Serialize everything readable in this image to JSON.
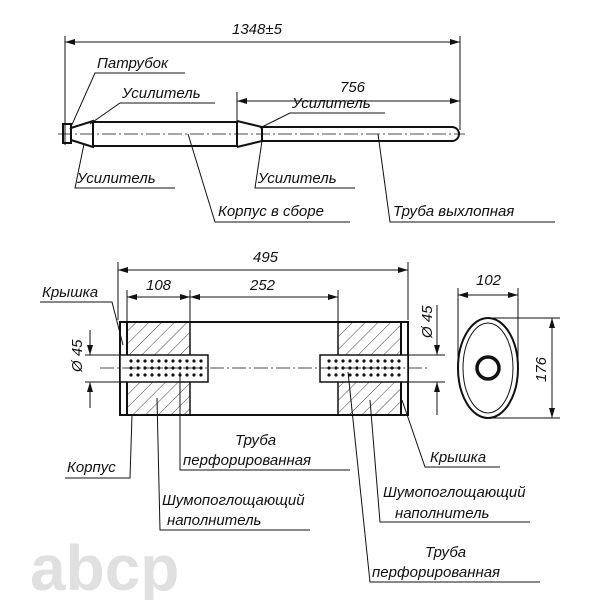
{
  "top_view": {
    "dim_total": "1348±5",
    "dim_tail": "756",
    "labels": {
      "inlet": "Патрубок",
      "reinforcer_1": "Усилитель",
      "reinforcer_2": "Усилитель",
      "reinforcer_3": "Усилитель",
      "reinforcer_4": "Усилитель",
      "body_assembly": "Корпус в сборе",
      "exhaust_pipe": "Труба выхлопная"
    }
  },
  "section_view": {
    "dim_length": "495",
    "dim_left": "108",
    "dim_middle": "252",
    "dim_dia_left": "Ø 45",
    "dim_dia_right": "Ø 45",
    "labels": {
      "cap_left": "Крышка",
      "housing": "Корпус",
      "perf_pipe_1_line1": "Труба",
      "perf_pipe_1_line2": "перфорированная",
      "absorber_1_line1": "Шумопоглощающий",
      "absorber_1_line2": "наполнитель",
      "cap_right": "Крышка",
      "absorber_2_line1": "Шумопоглощающий",
      "absorber_2_line2": "наполнитель",
      "perf_pipe_2_line1": "Труба",
      "perf_pipe_2_line2": "перфорированная"
    }
  },
  "end_view": {
    "dim_width": "102",
    "dim_height": "176"
  },
  "watermark": "abcp"
}
